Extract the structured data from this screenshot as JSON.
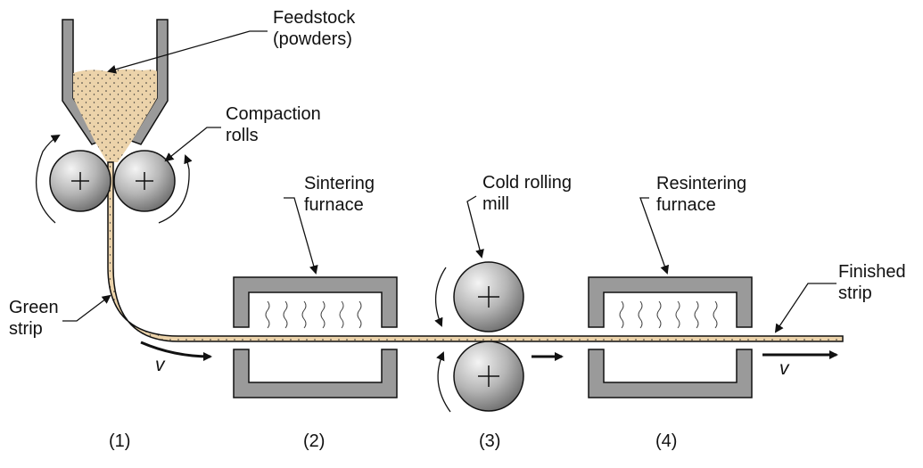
{
  "labels": {
    "feedstock_line1": "Feedstock",
    "feedstock_line2": "(powders)",
    "compaction_line1": "Compaction",
    "compaction_line2": "rolls",
    "sintering_line1": "Sintering",
    "sintering_line2": "furnace",
    "cold_rolling_line1": "Cold rolling",
    "cold_rolling_line2": "mill",
    "resintering_line1": "Resintering",
    "resintering_line2": "furnace",
    "finished_line1": "Finished",
    "finished_line2": "strip",
    "green_line1": "Green",
    "green_line2": "strip",
    "velocity": "v",
    "velocity_right": "v"
  },
  "stages": [
    "(1)",
    "(2)",
    "(3)",
    "(4)"
  ],
  "colors": {
    "powder": "#ecd3aa",
    "strip": "#ecd3aa",
    "furnace": "#9a9a9a",
    "roll": "#a8a8a8",
    "outline": "#111111"
  }
}
